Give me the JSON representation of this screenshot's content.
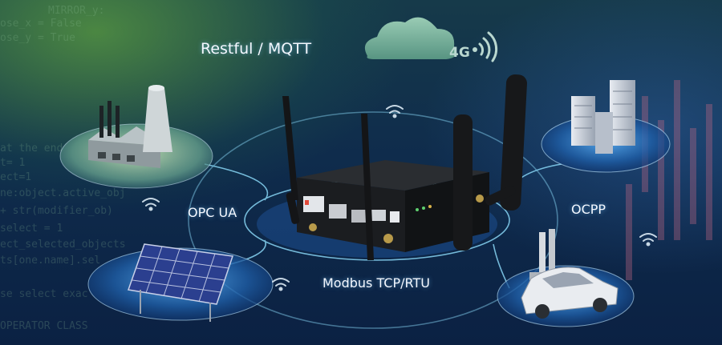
{
  "labels": {
    "restful_mqtt": "Restful / MQTT",
    "network_4g": "4G",
    "opc_ua": "OPC UA",
    "ocpp": "OCPP",
    "modbus": "Modbus TCP/RTU"
  },
  "background_code": [
    "MIRROR_y:",
    "ose_x = False",
    "ose_y = True",
    "at the end",
    "t= 1",
    "ect=1",
    "ne:object.active_obj",
    "+ str(modifier_ob)",
    "select = 1",
    "ect_selected_objects",
    "ts[one.name].sel",
    "se select exac",
    "OPERATOR CLASS"
  ],
  "icons": [
    "cloud-icon",
    "signal-4g-icon",
    "wifi-icon",
    "factory-icon",
    "solar-panel-icon",
    "server-icon",
    "ev-charger-icon",
    "car-icon",
    "gateway-device-icon",
    "antenna-icon"
  ],
  "colors": {
    "glow": "#6fd3ff",
    "platform": "#1f5fa8",
    "device": "#1b1d20",
    "cloud": "#7fbf9a",
    "accent_green": "#8fd14f"
  }
}
